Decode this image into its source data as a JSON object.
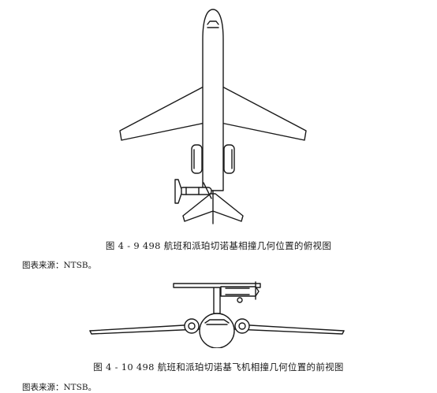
{
  "figures": [
    {
      "caption": "图 4 - 9   498 航班和派珀切诺基相撞几何位置的俯视图",
      "source": "图表来源：NTSB。",
      "illustration": "top-view-airliner-with-small-plane"
    },
    {
      "caption": "图 4 - 10   498 航班和派珀切诺基飞机相撞几何位置的前视图",
      "source": "图表来源：NTSB。",
      "illustration": "front-view-airliner-with-small-plane"
    }
  ],
  "colors": {
    "ink": "#1a1a1a",
    "paper": "#ffffff"
  }
}
